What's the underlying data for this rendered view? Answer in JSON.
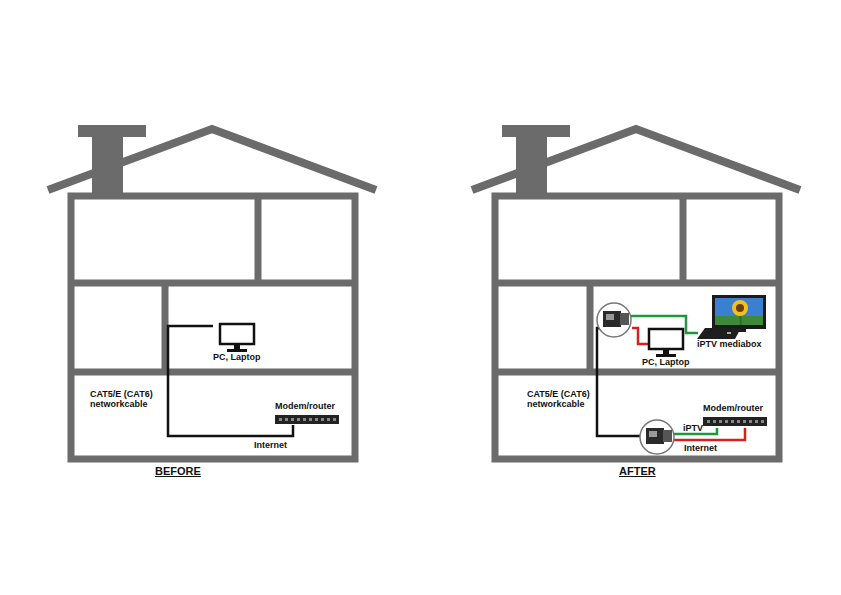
{
  "diagram": {
    "nodes": [
      {
        "text": [
          "PC, Laptop"
        ]
      },
      {
        "text": [
          "Modem/router"
        ]
      },
      {
        "text": [
          "PC, Laptop"
        ]
      },
      {
        "text": [
          "iPTV mediabox"
        ]
      },
      {
        "text": [
          "Modem/router"
        ]
      }
    ],
    "edges": [
      {
        "from": 0,
        "to": 1,
        "arrow": "none"
      }
    ],
    "labels": [
      "CAT5/E (CAT6) networkcable",
      "Internet",
      "BEFORE",
      "CAT5/E (CAT6) networkcable",
      "iPTV",
      "Internet",
      "AFTER"
    ]
  }
}
